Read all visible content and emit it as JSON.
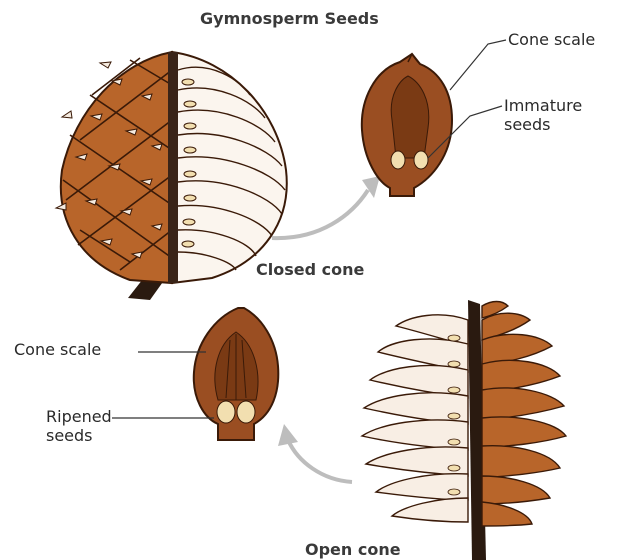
{
  "diagram": {
    "title": "Gymnosperm Seeds",
    "closed_cone": {
      "label": "Closed cone",
      "scale_label": "Cone scale",
      "seed_label": "Immature\nseeds"
    },
    "open_cone": {
      "label": "Open cone",
      "scale_label": "Cone scale",
      "seed_label": "Ripened\nseeds"
    }
  },
  "colors": {
    "cone_brown": "#b8652a",
    "scale_dark": "#7a3a14",
    "scale_fill": "#9a4e22",
    "stem": "#2a1a10",
    "seed": "#f2dfb0",
    "arrow": "#bdbdbd",
    "leader_line": "#333333",
    "pale_scale": "#f5ebe0"
  }
}
